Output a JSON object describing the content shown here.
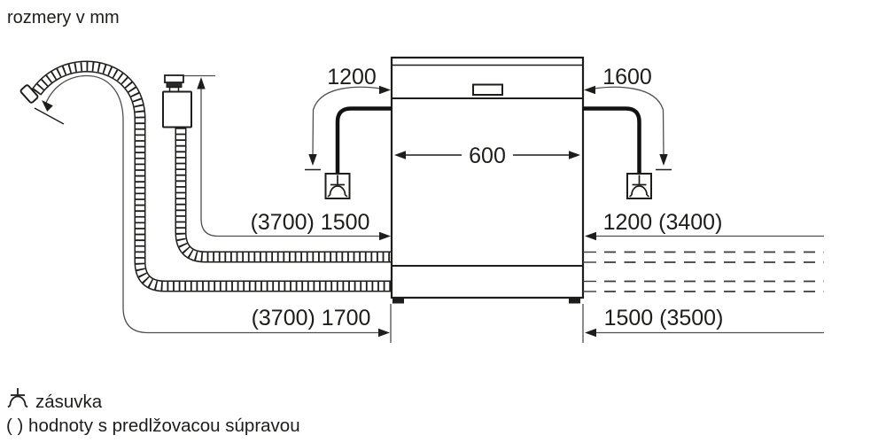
{
  "title": "rozmery v mm",
  "colors": {
    "line": "#1d1d1b",
    "thin_line": "#4f4f4f",
    "background": "#ffffff"
  },
  "dimensions": {
    "left_power_cord": "1200",
    "right_power_cord": "1600",
    "appliance_width": "600",
    "supply_hose": "(3700) 1500",
    "right_mid": "1200 (3400)",
    "drain_hose": "(3700) 1700",
    "right_bottom": "1500 (3500)"
  },
  "legend": {
    "socket_icon": "socket-symbol",
    "socket_label": "zásuvka",
    "values_note": "( ) hodnoty s predlžovacou súpravou"
  }
}
